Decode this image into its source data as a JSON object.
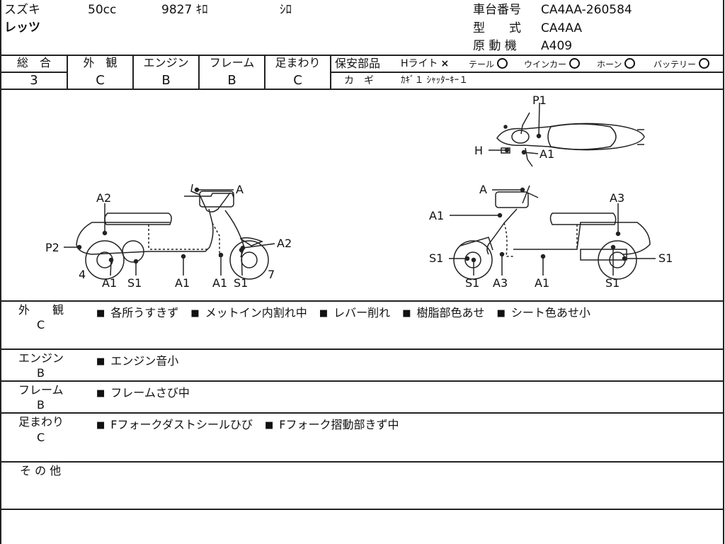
{
  "header": {
    "maker": "スズキ",
    "displacement": "50cc",
    "mileage": "9827 ｷﾛ",
    "color": "ｼﾛ",
    "model_name": "レッツ",
    "chassis_label": "車台番号",
    "chassis_value": "CA4AA-260584",
    "type_label": "型　　式",
    "type_value": "CA4AA",
    "engine_label": "原 動 機",
    "engine_value": "A409"
  },
  "grades": {
    "overall": {
      "label": "総　合",
      "value": "3"
    },
    "exterior": {
      "label": "外　観",
      "value": "C"
    },
    "engine": {
      "label": "エンジン",
      "value": "B"
    },
    "frame": {
      "label": "フレーム",
      "value": "B"
    },
    "suspension": {
      "label": "足まわり",
      "value": "C"
    }
  },
  "safety": {
    "label": "保安部品",
    "items": [
      {
        "label": "Hライト",
        "status": "cross"
      },
      {
        "label": "テール",
        "status": "circle"
      },
      {
        "label": "ウインカー",
        "status": "circle"
      },
      {
        "label": "ホーン",
        "status": "circle"
      },
      {
        "label": "バッテリー",
        "status": "circle"
      }
    ],
    "key_label": "カ　ギ",
    "key_value": "ｶｷﾞ１ ｼｬｯﾀｰｷｰ１"
  },
  "diagram": {
    "top_view_labels": [
      "P1",
      "H",
      "A1"
    ],
    "left_view_labels": [
      "A",
      "A2",
      "A2",
      "P2",
      "4",
      "A1",
      "S1",
      "A1",
      "A1",
      "S1",
      "7"
    ],
    "right_view_labels": [
      "A",
      "A3",
      "A1",
      "S1",
      "S1",
      "S1",
      "A3",
      "A1",
      "S1"
    ]
  },
  "remarks": {
    "exterior": {
      "label": "外　　観",
      "grade": "C",
      "items": [
        "各所うすきず",
        "メットイン内割れ中",
        "レバー削れ",
        "樹脂部色あせ",
        "シート色あせ小"
      ]
    },
    "engine": {
      "label": "エンジン",
      "grade": "B",
      "items": [
        "エンジン音小"
      ]
    },
    "frame": {
      "label": "フレーム",
      "grade": "B",
      "items": [
        "フレームさび中"
      ]
    },
    "suspension": {
      "label": "足まわり",
      "grade": "C",
      "items": [
        "Fフォークダストシールひび",
        "Fフォーク摺動部きず中"
      ]
    },
    "other": {
      "label": "そ の 他"
    }
  }
}
